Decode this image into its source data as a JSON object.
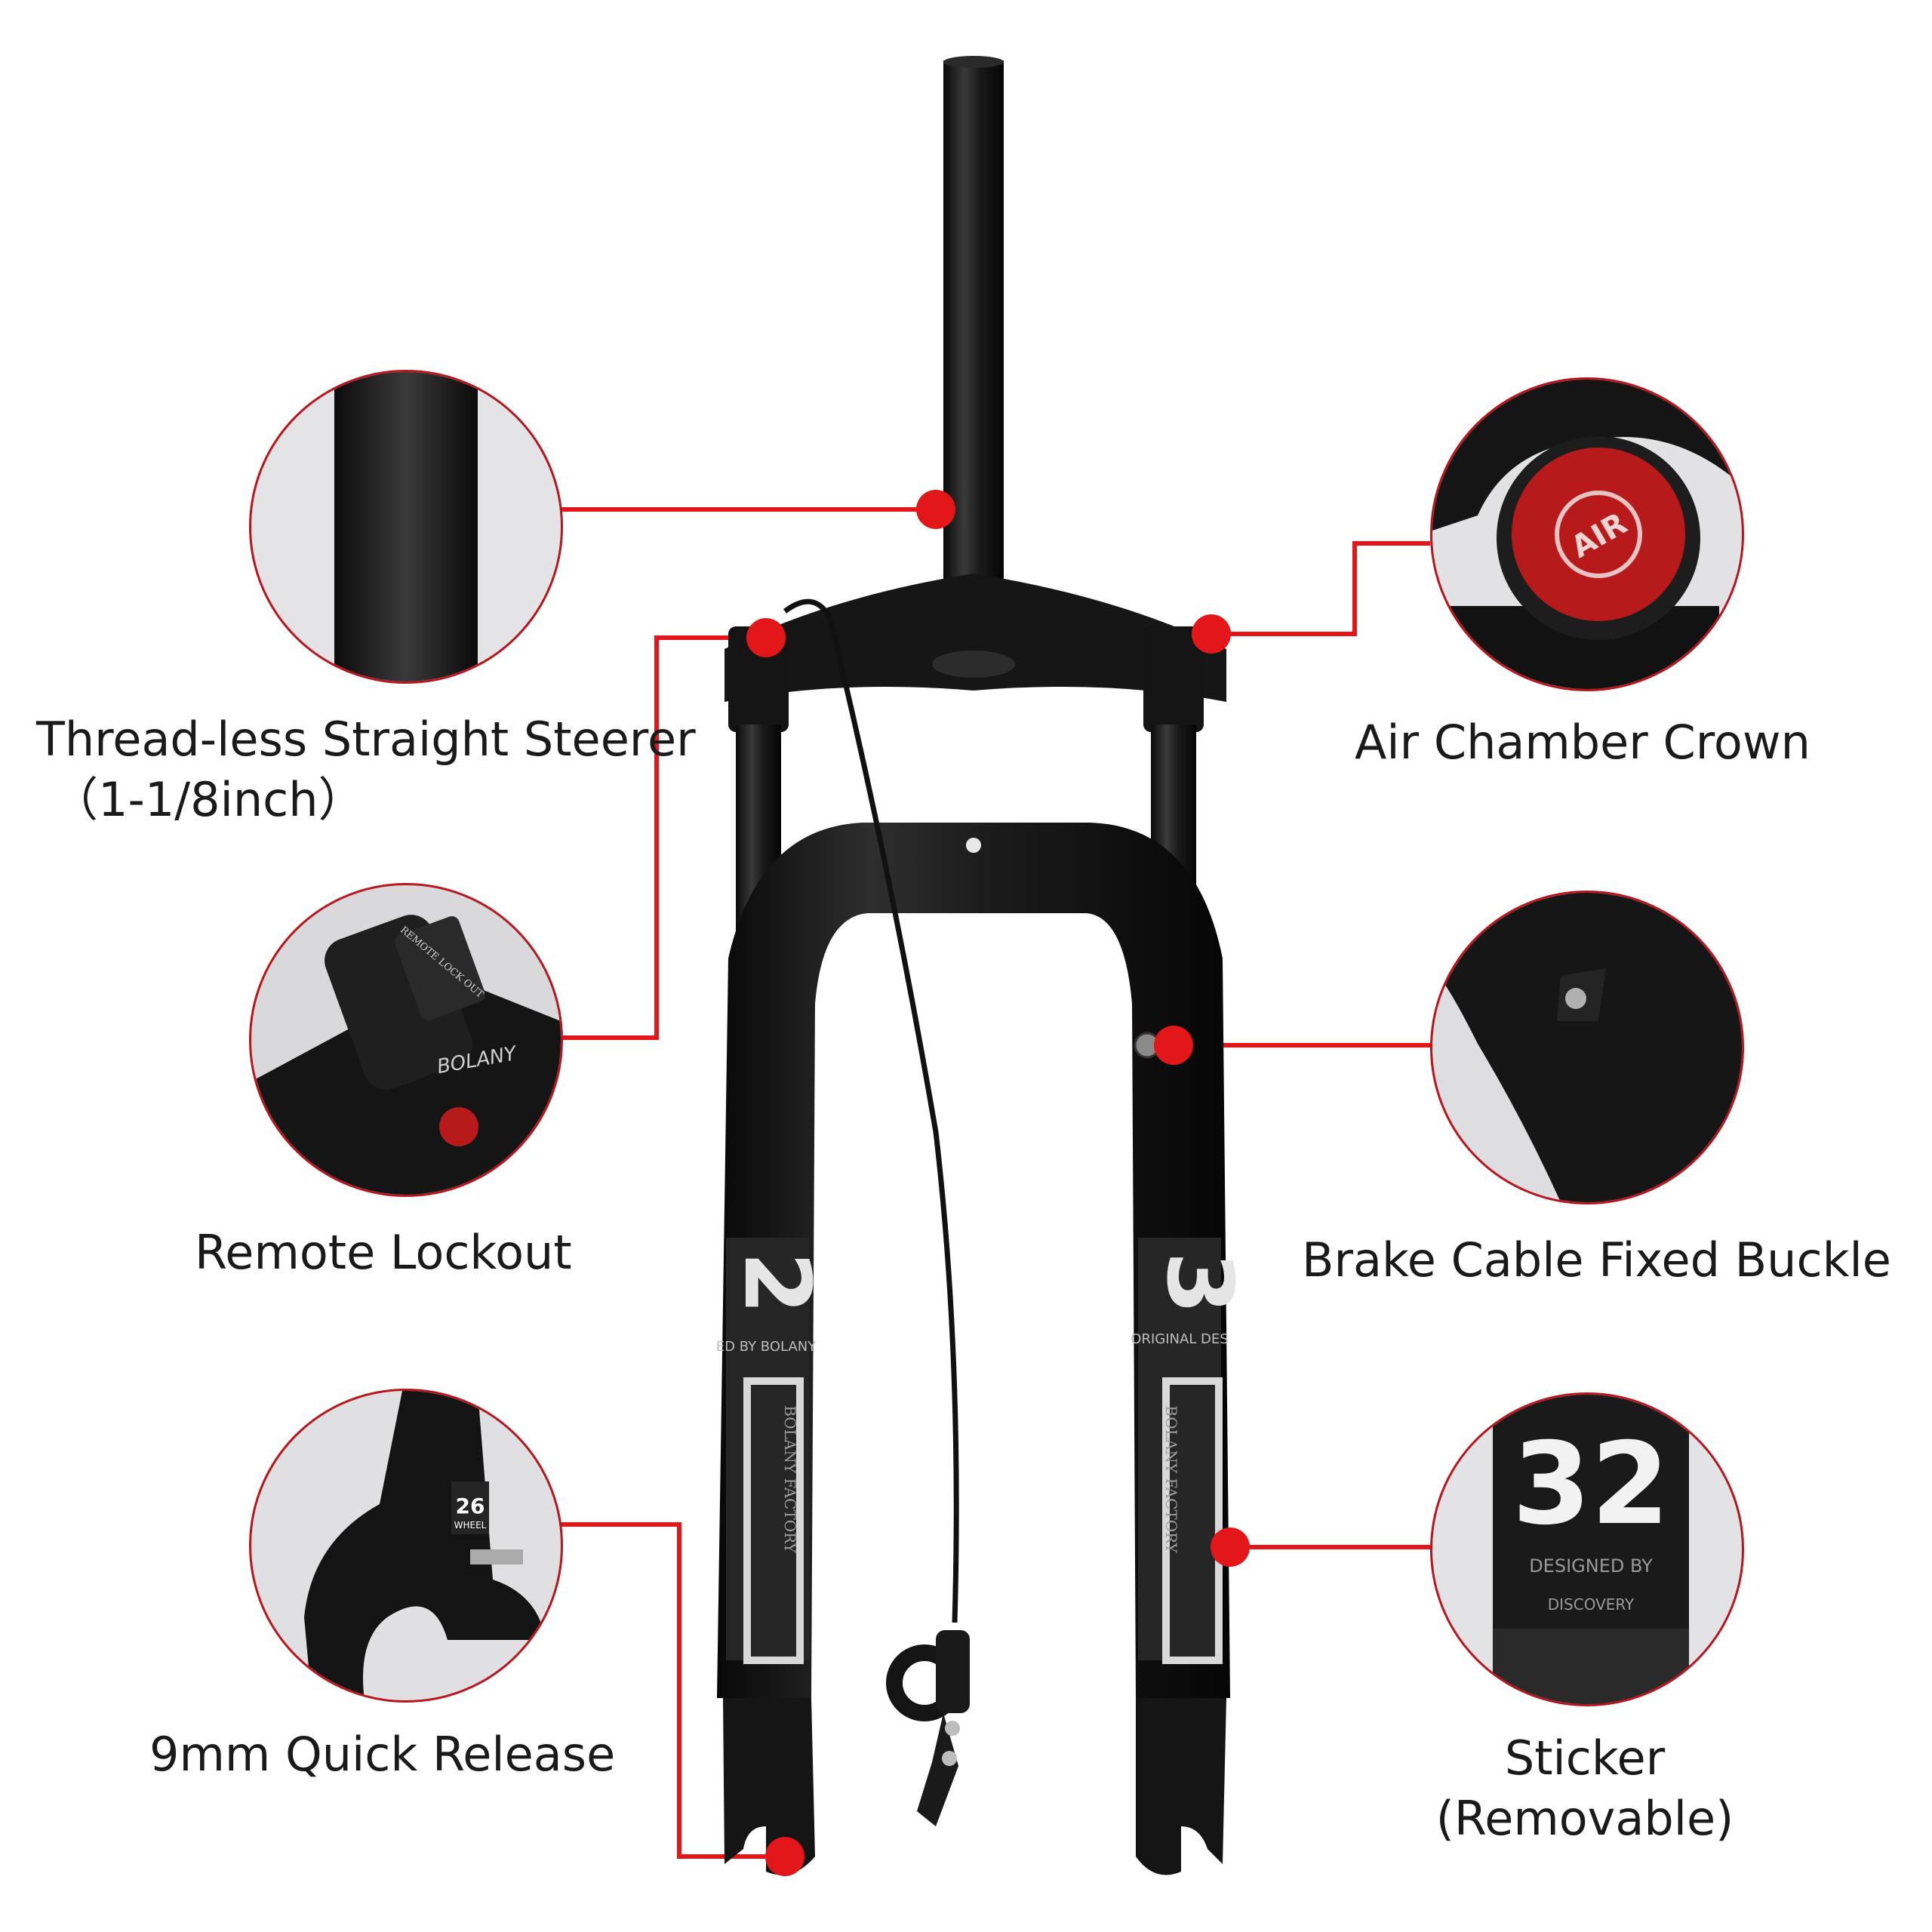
{
  "colors": {
    "accent": "#e3161a",
    "fork_body": "#151515",
    "air_cap": "#b81a1c",
    "background": "#ffffff"
  },
  "callouts": {
    "steerer": {
      "line1": "Thread-less Straight Steerer",
      "line2": "（1-1/8inch）",
      "icon": "steerer-tube"
    },
    "air_chamber": {
      "label": "Air Chamber Crown",
      "cap_text": "AIR",
      "icon": "air-cap"
    },
    "remote_lockout": {
      "label": "Remote Lockout",
      "icon": "lockout-lever",
      "detail_text": "REMOTE LOCK OUT",
      "brand_text": "BOLANY"
    },
    "brake_buckle": {
      "label": "Brake Cable Fixed Buckle",
      "icon": "cable-buckle"
    },
    "quick_release": {
      "label": "9mm Quick Release",
      "icon": "dropout",
      "badge_top": "26",
      "badge_bottom": "WHEEL"
    },
    "sticker": {
      "line1": "Sticker",
      "line2": "(Removable)",
      "number": "32",
      "text1": "DESIGNED BY",
      "text2": "DISCOVERY"
    }
  },
  "fork_decals": {
    "left_number": "2",
    "left_small": "ED BY BOLANY",
    "left_vertical": "BOLANY FACTORY",
    "right_number": "3",
    "right_small": "ORIGINAL DES",
    "right_vertical": "BOLANY FACTORY"
  }
}
